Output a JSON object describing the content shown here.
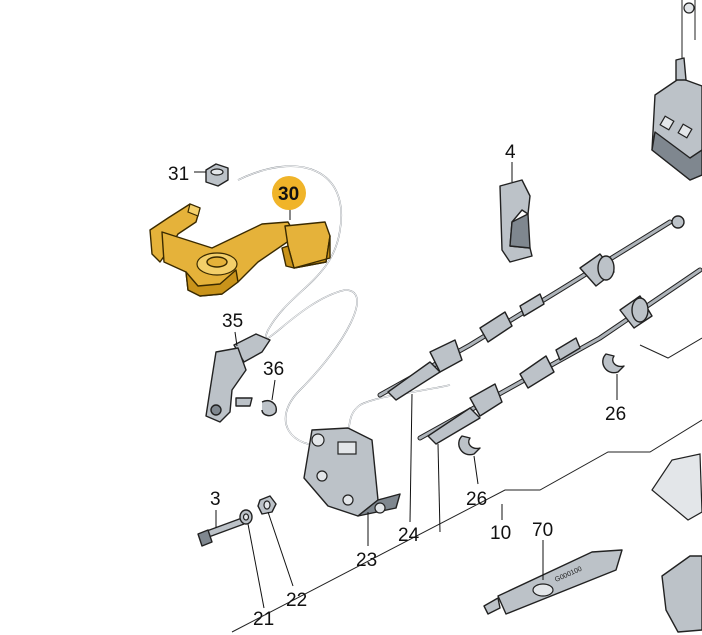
{
  "diagram": {
    "highlight_color": "#f0b429",
    "part_color": "#bcc2c8",
    "callouts": [
      {
        "id": "c4",
        "label": "4"
      },
      {
        "id": "c31",
        "label": "31"
      },
      {
        "id": "c30",
        "label": "30",
        "highlighted": true
      },
      {
        "id": "c35",
        "label": "35"
      },
      {
        "id": "c36",
        "label": "36"
      },
      {
        "id": "c26a",
        "label": "26"
      },
      {
        "id": "c26b",
        "label": "26"
      },
      {
        "id": "c3",
        "label": "3"
      },
      {
        "id": "c24",
        "label": "24"
      },
      {
        "id": "c10",
        "label": "10"
      },
      {
        "id": "c70",
        "label": "70"
      },
      {
        "id": "c23",
        "label": "23"
      },
      {
        "id": "c22",
        "label": "22"
      },
      {
        "id": "c21",
        "label": "21"
      }
    ],
    "tube_label": "G000100"
  }
}
